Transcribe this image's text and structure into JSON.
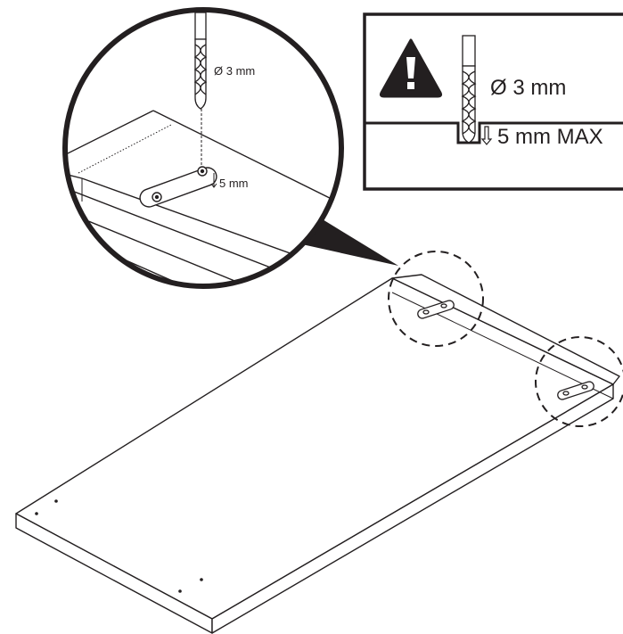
{
  "zoom_callout": {
    "drill_label": "Ø 3 mm",
    "depth_label": "5 mm"
  },
  "warning_box": {
    "drill_label": "Ø 3 mm",
    "depth_label": "5 mm MAX",
    "icon": "warning-triangle-icon"
  },
  "colors": {
    "line": "#231f20",
    "background": "#ffffff"
  }
}
